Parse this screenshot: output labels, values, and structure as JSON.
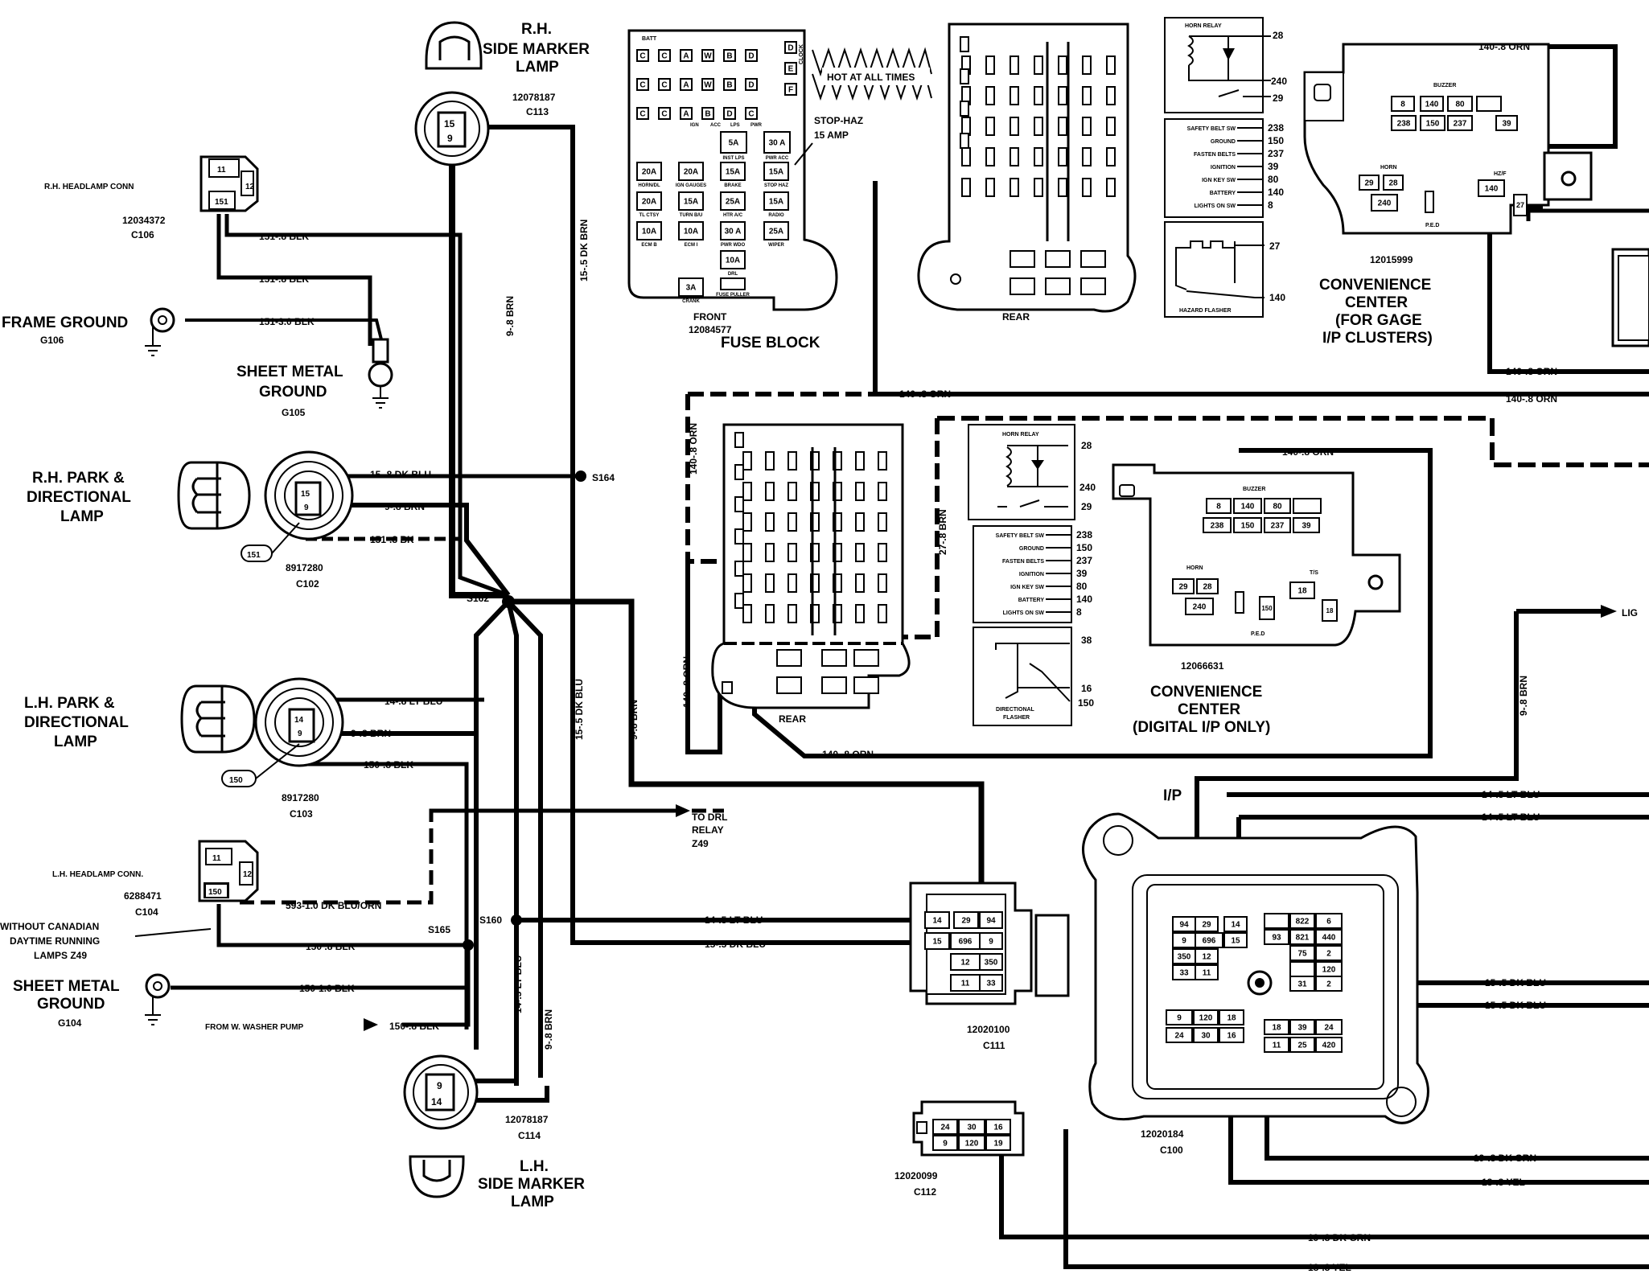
{
  "components": {
    "rh_marker": {
      "title": [
        "R.H.",
        "SIDE MARKER",
        "LAMP"
      ],
      "part": "12078187",
      "conn": "C113",
      "pins": [
        "15",
        "9"
      ]
    },
    "lh_marker": {
      "title": [
        "L.H.",
        "SIDE MARKER",
        "LAMP"
      ],
      "part": "12078187",
      "conn": "C114",
      "pins": [
        "9",
        "14"
      ]
    },
    "rh_headlamp": {
      "title": "R.H. HEADLAMP CONN",
      "part": "12034372",
      "conn": "C106",
      "pins": [
        "11",
        "12",
        "151"
      ]
    },
    "lh_headlamp": {
      "title": "L.H. HEADLAMP CONN.",
      "part": "6288471",
      "conn": "C104",
      "pins": [
        "11",
        "12",
        "150"
      ]
    },
    "frame_ground": {
      "title": "FRAME GROUND",
      "id": "G106"
    },
    "sheet_ground_105": {
      "title": [
        "SHEET METAL",
        "GROUND"
      ],
      "id": "G105"
    },
    "sheet_ground_104": {
      "title": [
        "SHEET METAL",
        "GROUND"
      ],
      "id": "G104"
    },
    "rh_park": {
      "title": [
        "R.H. PARK &",
        "DIRECTIONAL",
        "LAMP"
      ],
      "part": "8917280",
      "conn": "C102",
      "pins": [
        "15",
        "9"
      ],
      "tag": "151"
    },
    "lh_park": {
      "title": [
        "L.H. PARK &",
        "DIRECTIONAL",
        "LAMP"
      ],
      "part": "8917280",
      "conn": "C103",
      "pins": [
        "14",
        "9"
      ],
      "tag": "150"
    },
    "fuse_front": {
      "labels": [
        "FRONT",
        "12084577"
      ],
      "title": "FUSE BLOCK",
      "hot_note": "HOT AT ALL TIMES",
      "stop_haz": [
        "STOP-HAZ",
        "15 AMP"
      ],
      "batt": "BATT",
      "clock": "CLOCK"
    },
    "fuse_rear_top": {
      "label": "REAR"
    },
    "fuse_rear_mid": {
      "label": "REAR"
    },
    "conv_gage": {
      "part": "12015999",
      "title": [
        "CONVENIENCE",
        "CENTER",
        "(FOR GAGE",
        "I/P CLUSTERS)"
      ],
      "pins": [
        "8",
        "140",
        "80",
        "238",
        "150",
        "237",
        "39",
        "29",
        "28",
        "240",
        "140",
        "27"
      ],
      "buzzer": "BUZZER",
      "horn": "HORN",
      "hzf": "HZ/F",
      "ped": "P.E.D"
    },
    "conv_digital": {
      "part": "12066631",
      "title": [
        "CONVENIENCE",
        "CENTER",
        "(DIGITAL I/P ONLY)"
      ],
      "pins": [
        "8",
        "140",
        "80",
        "238",
        "150",
        "237",
        "39",
        "29",
        "28",
        "240",
        "18",
        "150",
        "18"
      ],
      "buzzer": "BUZZER",
      "horn": "HORN",
      "ts": "T/S",
      "ped": "P.E.D"
    },
    "horn_relay_top": {
      "title": "HORN RELAY",
      "pins": [
        "28",
        "240",
        "29"
      ]
    },
    "horn_relay_mid": {
      "title": "HORN RELAY",
      "pins": [
        "28",
        "240",
        "29"
      ]
    },
    "sb_list_top": {
      "rows": [
        [
          "SAFETY BELT SW",
          "238"
        ],
        [
          "GROUND",
          "150"
        ],
        [
          "FASTEN BELTS",
          "237"
        ],
        [
          "IGNITION",
          "39"
        ],
        [
          "IGN KEY SW",
          "80"
        ],
        [
          "BATTERY",
          "140"
        ],
        [
          "LIGHTS ON SW",
          "8"
        ]
      ]
    },
    "sb_list_mid": {
      "rows": [
        [
          "SAFETY BELT SW",
          "238"
        ],
        [
          "GROUND",
          "150"
        ],
        [
          "FASTEN BELTS",
          "237"
        ],
        [
          "IGNITION",
          "39"
        ],
        [
          "IGN KEY SW",
          "80"
        ],
        [
          "BATTERY",
          "140"
        ],
        [
          "LIGHTS ON SW",
          "8"
        ]
      ]
    },
    "hazard_flasher": {
      "title": "HAZARD FLASHER",
      "pins": [
        "27",
        "140"
      ]
    },
    "dir_flasher": {
      "title": [
        "DIRECTIONAL",
        "FLASHER"
      ],
      "pins": [
        "38",
        "16",
        "150"
      ]
    },
    "c111": {
      "part": "12020100",
      "conn": "C111",
      "pins": [
        "14",
        "29",
        "94",
        "15",
        "696",
        "9",
        "12",
        "350",
        "11",
        "33"
      ]
    },
    "c112": {
      "part": "12020099",
      "conn": "C112",
      "pins": [
        "24",
        "30",
        "16",
        "9",
        "120",
        "19"
      ]
    },
    "c100": {
      "part": "12020184",
      "conn": "C100",
      "ip": "I/P",
      "pins": [
        "94",
        "29",
        "9",
        "696",
        "350",
        "12",
        "33",
        "11",
        "14",
        "15",
        "93",
        "822",
        "821",
        "6",
        "440",
        "75",
        "2",
        "120",
        "31",
        "2",
        "9",
        "120",
        "18",
        "24",
        "30",
        "16",
        "18",
        "39",
        "24",
        "11",
        "25",
        "420"
      ]
    }
  },
  "splices": [
    "S164",
    "S162",
    "S160",
    "S165"
  ],
  "wires": {
    "w151_8blk_a": "151-.8 BLK",
    "w151_8blk_b": "151-.8 BLK",
    "w151_30blk": "151-3.0 BLK",
    "w9_8brn_v": "9-.8 BRN",
    "w15_5dkbrn": "15-.5 DK BRN",
    "w15_8dkblu": "15-.8 DK BLU",
    "w9_8brn_rh": "9-.8 BRN",
    "w151_8bk": "151-.8 BK",
    "w14_8ltblu": "14-.8 LT BLU",
    "w9_8brn_lh": "9-.8 BRN",
    "w150_8blk": "150-.8 BLK",
    "w593": "593-1.0 DK BLU/ORN",
    "w150_8blk_b": "150 .8 BLK",
    "w150_10blk": "150-1.0 BLK",
    "w150_8blk_c": "150-.8 BLK",
    "washer": "FROM W. WASHER PUMP",
    "w14_5ltblu_v": "14-.5 LT BLU",
    "w9_8brn_v2": "9-.8 BRN",
    "w15_5dkblu_v": "15-.5 DK BLU",
    "w9_8brn_v3": "9-.8 BRN",
    "w14_5ltblu_h": "14-.5 LT BLU",
    "w15_5dkblu_h": "15-.5 DK BLU",
    "w140_8orn_top": "140-.8 ORN",
    "w140_8orn_gage_top": "140-.8 ORN",
    "w140_8orn_r1": "140-.8 ORN",
    "w140_8orn_r2": "140-.8 ORN",
    "w140_8orn_vert": "140-.8 ORN",
    "w140_8orn_vert2": "140-.8 ORN",
    "w27_8brn": "27-.8 BRN",
    "w140_8orn_dig": "140-.8 ORN",
    "w140_8orn_bot": "140-.8 ORN",
    "w9_8brn_right": "9-.8 BRN",
    "w14_5ltblu_r1": "14-.5 LT BLU",
    "w14_5ltblu_r2": "14-.5 LT BLU",
    "w15_5dkblu_r1": "15-.5 DK BLU",
    "w15_5dkblu_r2": "15-.5 DK BLU",
    "w19_8dkgrn_r": "19-.8 DK GRN",
    "w18_8yel_r": "18-.8 YEL",
    "w19_8dkgrn_b": "19-.8 DK GRN",
    "w18_8yel_b": "18-.8 YEL",
    "drl": [
      "TO DRL",
      "RELAY",
      "Z49"
    ],
    "ligh": "LIG",
    "without": [
      "WITHOUT CANADIAN",
      "DAYTIME RUNNING",
      "LAMPS Z49"
    ]
  },
  "fuses": [
    {
      "c": "20A",
      "l": "HORN/DL"
    },
    {
      "c": "20A",
      "l": "IGN GAUGES"
    },
    {
      "c": "15A",
      "l": "BRAKE"
    },
    {
      "c": "15A",
      "l": "STOP HAZ"
    },
    {
      "c": "20A",
      "l": "TL CTSY"
    },
    {
      "c": "15A",
      "l": "TURN B/U"
    },
    {
      "c": "25A",
      "l": "HTR A/C"
    },
    {
      "c": "15A",
      "l": "RADIO"
    },
    {
      "c": "10A",
      "l": "ECM B"
    },
    {
      "c": "10A",
      "l": "ECM I"
    },
    {
      "c": "30 A",
      "l": "PWR WDO"
    },
    {
      "c": "25A",
      "l": "WIPER"
    },
    {
      "c": "10A",
      "l": "DRL"
    },
    {
      "c": "3A",
      "l": "CRANK"
    },
    {
      "c": "",
      "l": "FUSE PULLER"
    }
  ],
  "fuse_top": [
    {
      "c": "5A",
      "l": "INST LPS"
    },
    {
      "c": "30 A",
      "l": "PWR ACC"
    }
  ],
  "fuse_top_labels": [
    "IGN",
    "ACC",
    "LPS",
    "PWR"
  ]
}
